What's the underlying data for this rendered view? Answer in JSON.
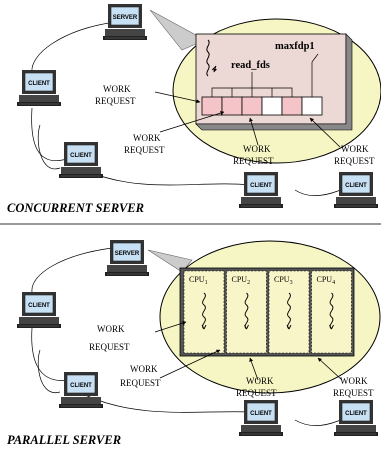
{
  "colors": {
    "ellipse_fill": "#f6f6c4",
    "panel_fill": "#ecd8d4",
    "cpu_fill": "#f8f6c8",
    "fd_pink": "#f4c4c8",
    "screen_fill": "#b8d8f0",
    "separator": "#999999"
  },
  "top": {
    "server_label": "SERVER",
    "client_label": "CLIENT",
    "maxfdp1_label": "maxfdp1",
    "read_fds_label": "read_fds",
    "work_label": "WORK",
    "request_label": "REQUEST",
    "caption": "CONCURRENT  SERVER"
  },
  "bottom": {
    "server_label": "SERVER",
    "client_label": "CLIENT",
    "cpu_prefix": "CPU",
    "cpu_subs": [
      "1",
      "2",
      "3",
      "4"
    ],
    "work_label": "WORK",
    "request_label": "REQUEST",
    "caption": "PARALLEL  SERVER"
  }
}
